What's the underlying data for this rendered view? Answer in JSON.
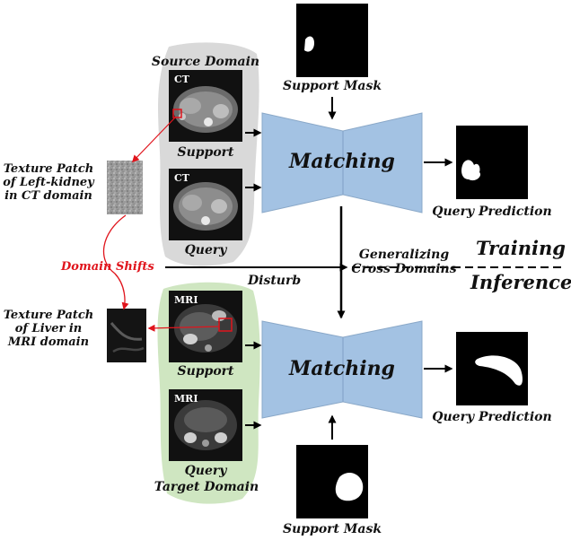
{
  "colors": {
    "source_bg": "#d9d9d9",
    "target_bg": "#cfe6c1",
    "matching_fill": "#a3c2e3",
    "matching_stroke": "#8aa8c8",
    "accent_red": "#e0141c",
    "arrow": "#000000",
    "mask_bg": "#000000",
    "mask_shape": "#ffffff"
  },
  "source": {
    "title": "Source Domain",
    "support_tag": "CT",
    "support_label": "Support",
    "query_tag": "CT",
    "query_label": "Query"
  },
  "target": {
    "support_tag": "MRI",
    "support_label": "Support",
    "query_tag": "MRI",
    "query_label": "Query",
    "title": "Target Domain"
  },
  "patches": {
    "ct_label": [
      "Texture Patch",
      "of Left-kidney",
      "in CT domain"
    ],
    "mri_label": [
      "Texture Patch",
      "of Liver in",
      "MRI domain"
    ]
  },
  "matching": {
    "top_label": "Matching",
    "bottom_label": "Matching"
  },
  "masks": {
    "top_support": "Support Mask",
    "bottom_support": "Support Mask",
    "top_prediction": "Query Prediction",
    "bottom_prediction": "Query Prediction"
  },
  "middle": {
    "domain_shifts": "Domain Shifts",
    "disturb": "Disturb",
    "generalizing": [
      "Generalizing",
      "Cross Domains"
    ],
    "training": "Training",
    "inference": "Inference"
  }
}
